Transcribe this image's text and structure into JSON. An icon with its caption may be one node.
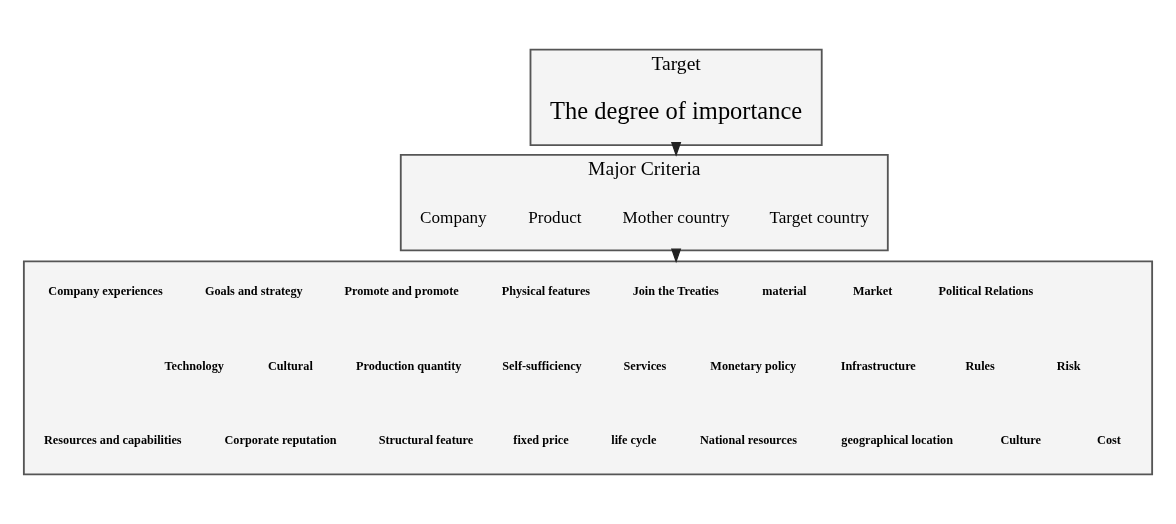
{
  "diagram": {
    "nodes": [
      {
        "text": [
          "Target"
        ]
      },
      {
        "text": [
          "The degree of importance"
        ],
        "in": 0
      },
      {
        "text": [
          "Major Criteria"
        ]
      },
      {
        "text": [
          "Company"
        ],
        "in": 2
      },
      {
        "text": [
          "Product"
        ],
        "in": 2
      },
      {
        "text": [
          "Mother country"
        ],
        "in": 2
      },
      {
        "text": [
          "Target country"
        ],
        "in": 2
      },
      {
        "text": [],
        "shape": "box"
      },
      {
        "text": [
          "Company experiences"
        ],
        "in": 7
      },
      {
        "text": [
          "Goals and strategy"
        ],
        "in": 7
      },
      {
        "text": [
          "Promote and promote"
        ],
        "in": 7
      },
      {
        "text": [
          "Physical features"
        ],
        "in": 7
      },
      {
        "text": [
          "Join the Treaties"
        ],
        "in": 7
      },
      {
        "text": [
          "material"
        ],
        "in": 7
      },
      {
        "text": [
          "Market"
        ],
        "in": 7
      },
      {
        "text": [
          "Political Relations"
        ],
        "in": 7
      },
      {
        "text": [
          "Technology"
        ],
        "in": 7
      },
      {
        "text": [
          "Cultural"
        ],
        "in": 7
      },
      {
        "text": [
          "Production quantity"
        ],
        "in": 7
      },
      {
        "text": [
          "Self-sufficiency"
        ],
        "in": 7
      },
      {
        "text": [
          "Services"
        ],
        "in": 7
      },
      {
        "text": [
          "Monetary policy"
        ],
        "in": 7
      },
      {
        "text": [
          "Infrastructure"
        ],
        "in": 7
      },
      {
        "text": [
          "Rules"
        ],
        "in": 7
      },
      {
        "text": [
          "Risk"
        ],
        "in": 7
      },
      {
        "text": [
          "Resources and capabilities"
        ],
        "in": 7
      },
      {
        "text": [
          "Corporate reputation"
        ],
        "in": 7
      },
      {
        "text": [
          "Structural feature"
        ],
        "in": 7
      },
      {
        "text": [
          "fixed price"
        ],
        "in": 7
      },
      {
        "text": [
          "life cycle"
        ],
        "in": 7
      },
      {
        "text": [
          "National resources"
        ],
        "in": 7
      },
      {
        "text": [
          "geographical location"
        ],
        "in": 7
      },
      {
        "text": [
          "Culture"
        ],
        "in": 7
      },
      {
        "text": [
          "Cost"
        ],
        "in": 7
      }
    ],
    "edges": [
      {
        "from": 0,
        "to": 2,
        "arrow": "to"
      },
      {
        "from": 2,
        "to": 7,
        "arrow": "to"
      }
    ]
  }
}
